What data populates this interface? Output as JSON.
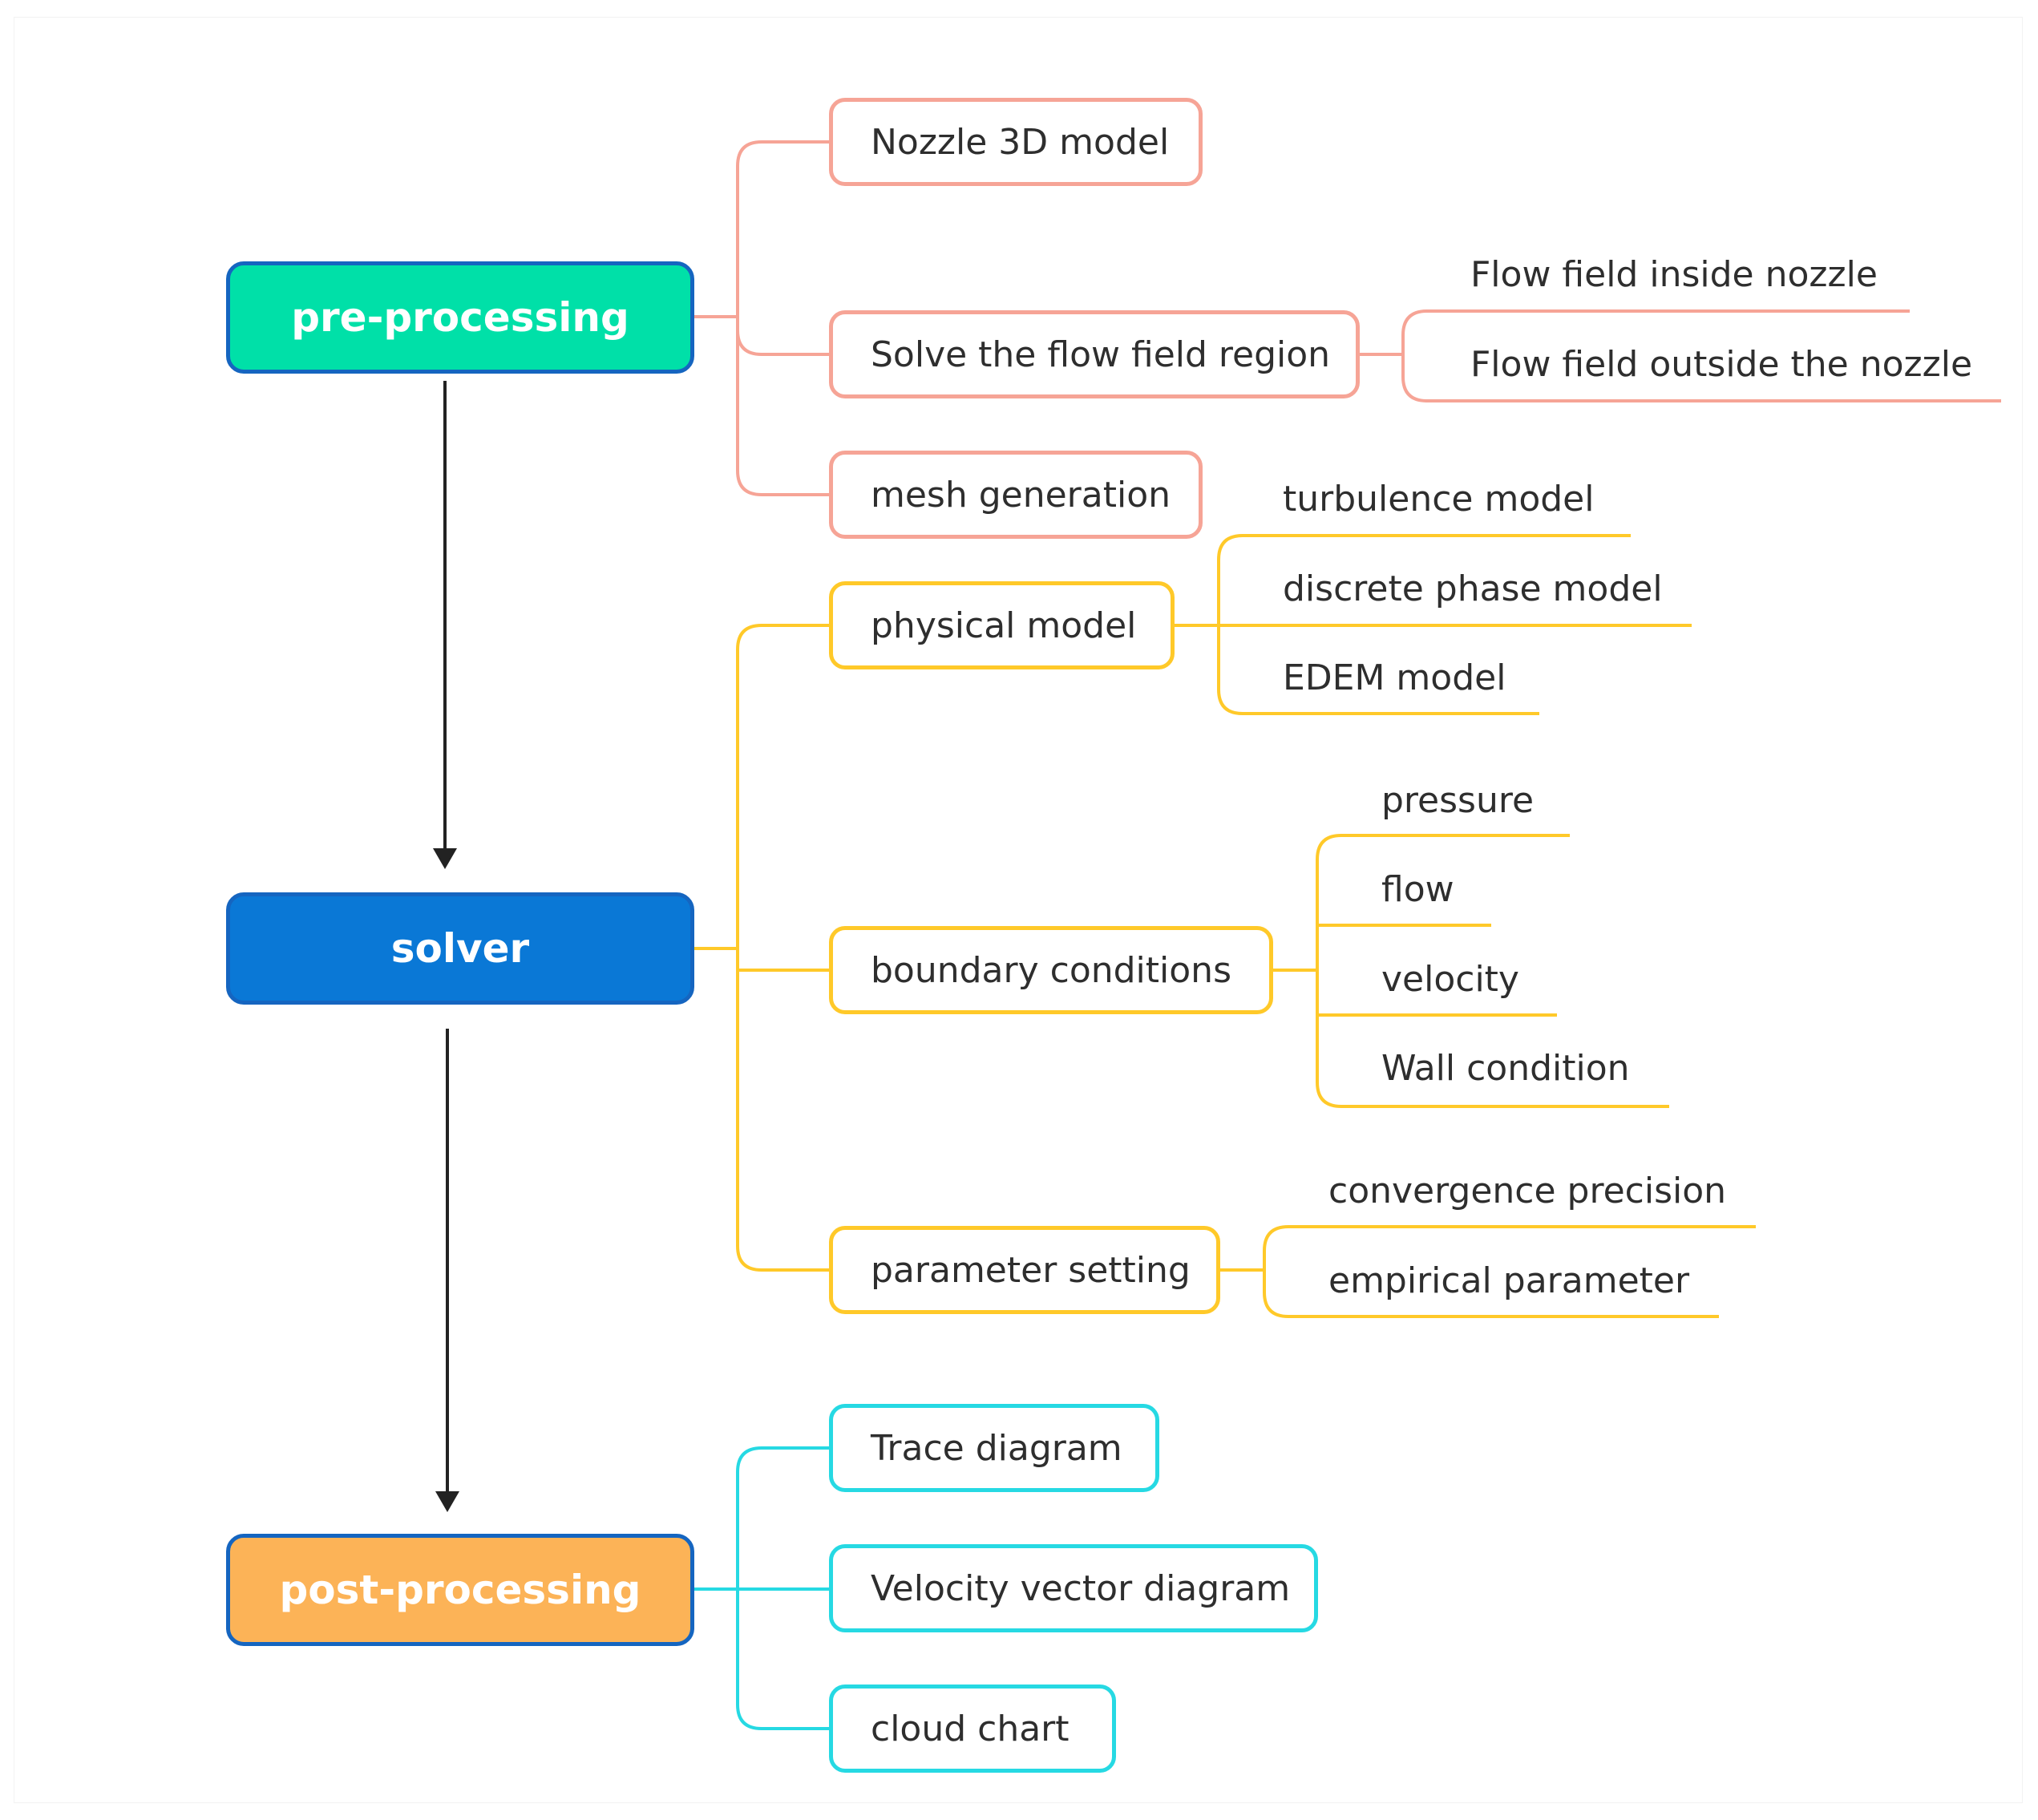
{
  "colors": {
    "pre": "#f6a496",
    "solver": "#ffc929",
    "post": "#26d9e3",
    "pre_fill": "#00e0a8",
    "solver_fill": "#0a78d6",
    "post_fill": "#fcb357",
    "main_border": "#1565c0",
    "arrow": "#222222"
  },
  "main": {
    "pre": "pre-processing",
    "solver": "solver",
    "post": "post-processing"
  },
  "pre": {
    "nozzle_model": "Nozzle 3D model",
    "solve_region": "Solve the flow field region",
    "flow_inside": "Flow field inside nozzle",
    "flow_outside": "Flow field outside the nozzle",
    "mesh": "mesh generation"
  },
  "solver": {
    "physical_model": "physical model",
    "turbulence": "turbulence model",
    "discrete_phase": "discrete phase model",
    "edem": "EDEM model",
    "boundary": "boundary conditions",
    "pressure": "pressure",
    "flow": "flow",
    "velocity": "velocity",
    "wall": "Wall condition",
    "parameter": "parameter setting",
    "convergence": "convergence precision",
    "empirical": "empirical parameter"
  },
  "post": {
    "trace": "Trace diagram",
    "velocity_vector": "Velocity vector diagram",
    "cloud": "cloud chart"
  }
}
